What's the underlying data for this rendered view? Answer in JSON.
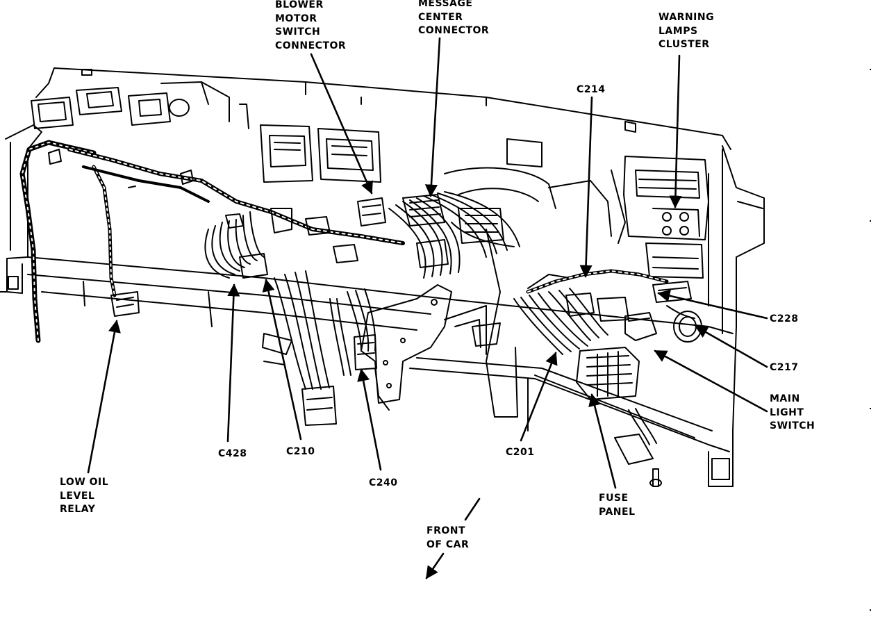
{
  "labels": {
    "blower_motor_switch_connector": "BLOWER\nMOTOR\nSWITCH\nCONNECTOR",
    "message_center_connector": "MESSAGE\nCENTER\nCONNECTOR",
    "warning_lamps_cluster": "WARNING\nLAMPS\nCLUSTER",
    "c214": "C214",
    "c228_right": "C228",
    "c217": "C217",
    "main_light_switch": "MAIN\nLIGHT\nSWITCH",
    "c428": "C428",
    "c210": "C210",
    "c240": "C240",
    "c201": "C201",
    "fuse_panel": "FUSE\nPANEL",
    "low_oil_level_relay": "LOW OIL\nLEVEL\nRELAY",
    "front_of_car": "FRONT\nOF CAR"
  }
}
